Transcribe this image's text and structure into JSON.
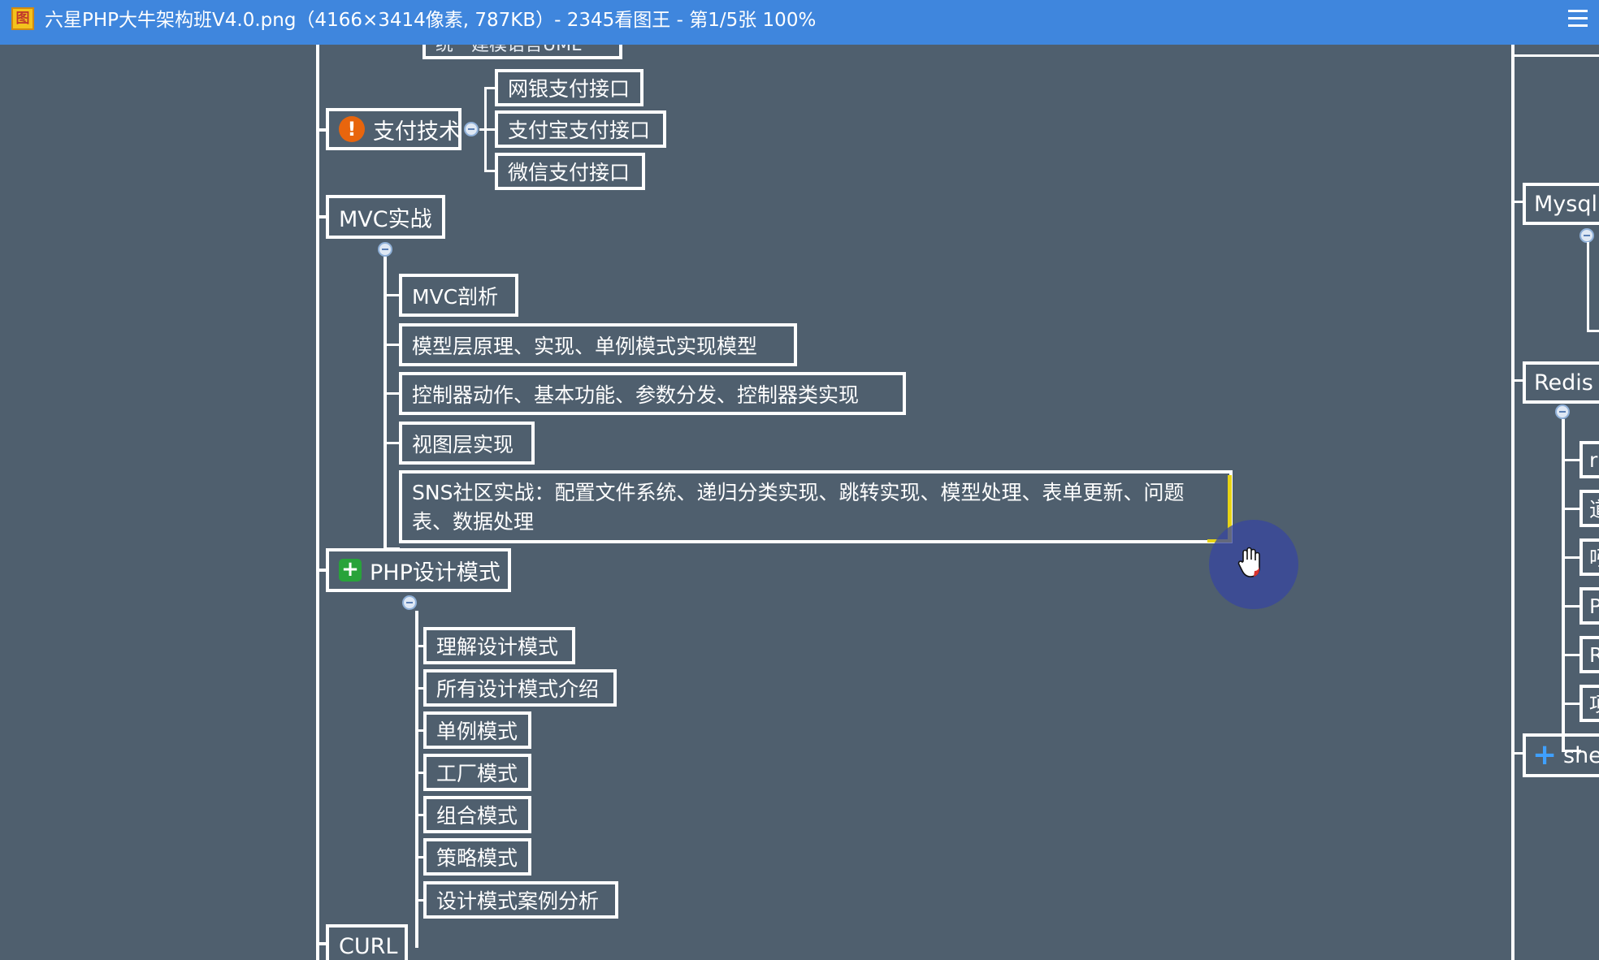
{
  "window": {
    "title": "六星PHP大牛架构班V4.0.png（4166×3414像素, 787KB）- 2345看图王 - 第1/5张 100%",
    "app_icon_glyph": "图",
    "menu_icon": "hamburger-menu-icon"
  },
  "mindmap": {
    "partial_top_node": "统一建模语言UML",
    "payment": {
      "label": "支付技术",
      "icon": "warning-icon",
      "children": [
        "网银支付接口",
        "支付宝支付接口",
        "微信支付接口"
      ]
    },
    "mvc": {
      "label": "MVC实战",
      "children": [
        "MVC剖析",
        "模型层原理、实现、单例模式实现模型",
        "控制器动作、基本功能、参数分发、控制器类实现",
        "视图层实现",
        "SNS社区实战：配置文件系统、递归分类实现、跳转实现、模型处理、表单更新、问题表、数据处理"
      ]
    },
    "design_patterns": {
      "label": "PHP设计模式",
      "icon": "plus-icon",
      "children": [
        "理解设计模式",
        "所有设计模式介绍",
        "单例模式",
        "工厂模式",
        "组合模式",
        "策略模式",
        "设计模式案例分析"
      ]
    },
    "curl": {
      "label": "CURL"
    },
    "right_column": {
      "mysql": "Mysql",
      "redis": "Redis",
      "redis_children_clipped": [
        "r",
        "道",
        "吲",
        "P",
        "R",
        "项"
      ],
      "shell": "she"
    }
  },
  "colors": {
    "canvas_bg": "#4f5f6e",
    "titlebar_bg": "#3f86dd",
    "node_border": "#ffffff",
    "cursor_halo": "#37469f"
  }
}
